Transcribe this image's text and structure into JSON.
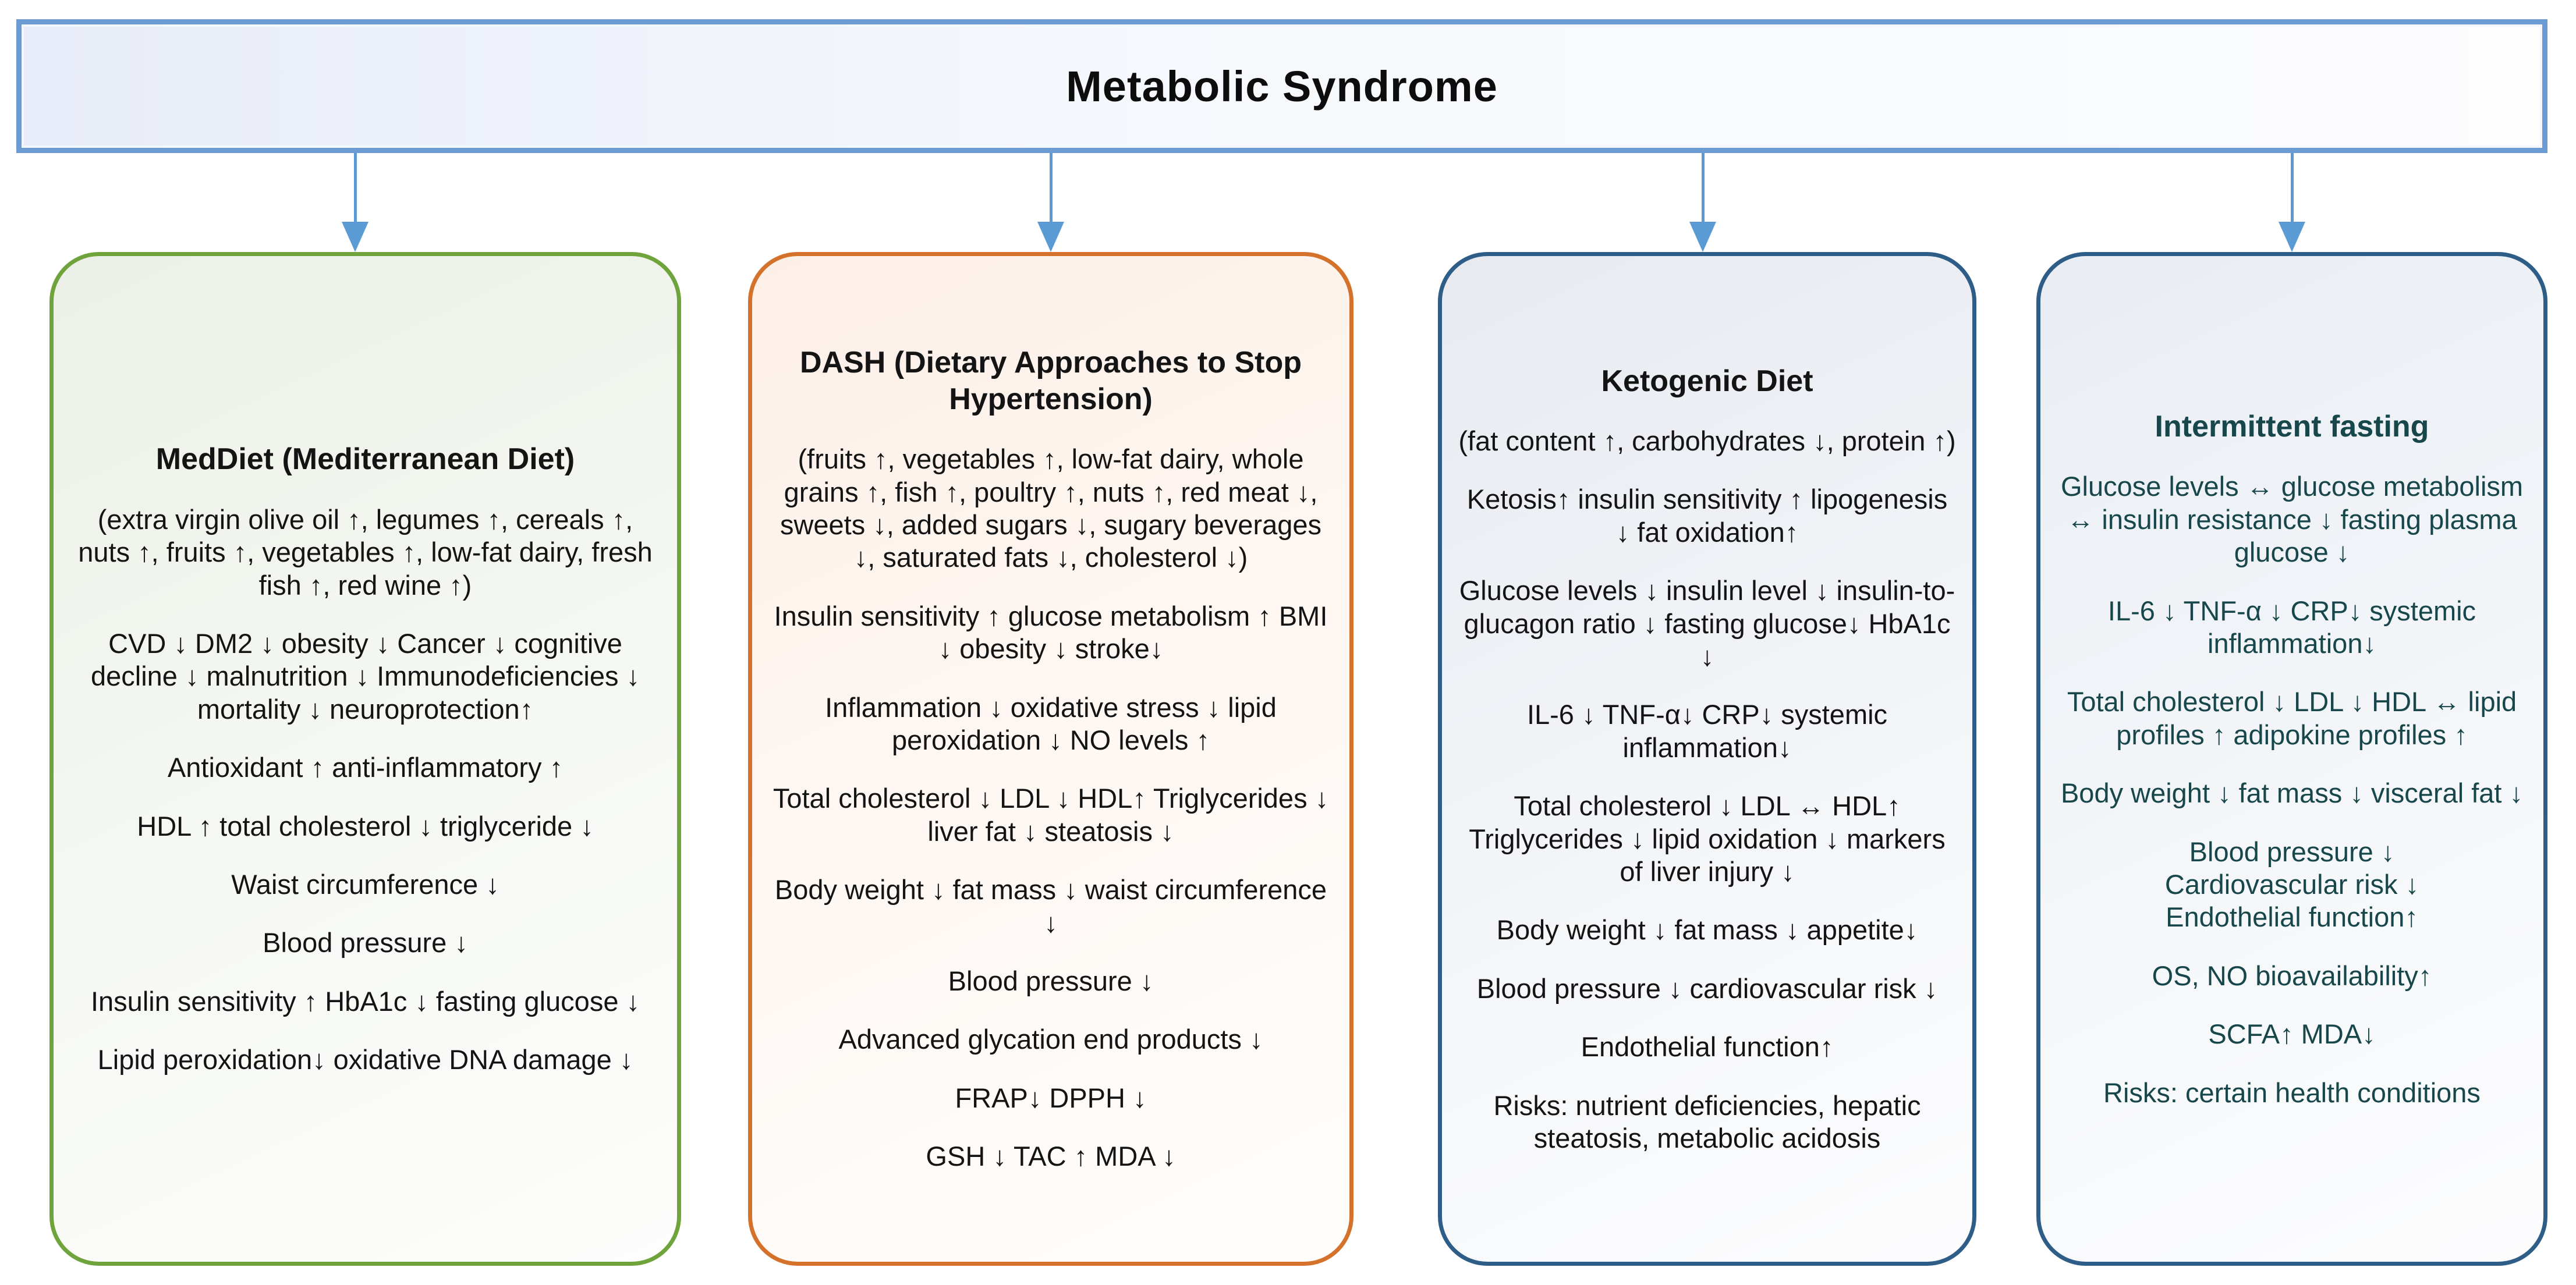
{
  "header": {
    "title": "Metabolic Syndrome"
  },
  "colors": {
    "header_border": "#6b9bd2",
    "header_background_left": "#e8ecf8",
    "arrow": "#5b9bd5",
    "meddiet_accent": "#6fa33c",
    "dash_accent": "#d4722c",
    "ketogenic_accent": "#2e5e87",
    "fasting_accent": "#2e5e87",
    "fasting_text": "#17474a",
    "body_text": "#141414"
  },
  "connectors": {
    "count": 4,
    "direction": "down"
  },
  "boxes": [
    {
      "id": "meddiet",
      "title": "MedDiet (Mediterranean Diet)",
      "paragraphs": [
        "(extra virgin olive oil ↑, legumes ↑, cereals ↑, nuts ↑, fruits ↑, vegetables ↑, low-fat dairy, fresh fish ↑, red wine ↑)",
        "CVD ↓ DM2 ↓ obesity ↓ Cancer ↓ cognitive decline ↓ malnutrition ↓ Immunodeficiencies ↓ mortality ↓ neuroprotection↑",
        "Antioxidant ↑ anti-inflammatory ↑",
        "HDL ↑ total cholesterol ↓ triglyceride ↓",
        "Waist circumference ↓",
        "Blood pressure ↓",
        "Insulin sensitivity ↑ HbA1c ↓ fasting glucose ↓",
        "Lipid peroxidation↓ oxidative DNA damage ↓"
      ]
    },
    {
      "id": "dash",
      "title": "DASH (Dietary Approaches to Stop Hypertension)",
      "paragraphs": [
        "(fruits ↑, vegetables ↑, low-fat dairy, whole grains ↑, fish ↑, poultry ↑, nuts ↑, red meat ↓, sweets ↓, added sugars ↓, sugary beverages ↓, saturated fats ↓, cholesterol ↓)",
        "Insulin sensitivity ↑ glucose metabolism ↑ BMI ↓ obesity ↓ stroke↓",
        "Inflammation ↓ oxidative stress ↓ lipid peroxidation ↓ NO levels ↑",
        "Total cholesterol ↓ LDL ↓ HDL↑ Triglycerides ↓ liver fat ↓ steatosis ↓",
        "Body weight ↓ fat mass ↓ waist circumference ↓",
        "Blood pressure ↓",
        "Advanced glycation end products ↓",
        "FRAP↓ DPPH ↓",
        "GSH ↓ TAC ↑ MDA ↓"
      ]
    },
    {
      "id": "ketogenic",
      "title": "Ketogenic Diet",
      "paragraphs": [
        "(fat content ↑, carbohydrates ↓, protein ↑)",
        "Ketosis↑ insulin sensitivity ↑ lipogenesis ↓ fat oxidation↑",
        "Glucose levels ↓ insulin level ↓ insulin-to-glucagon ratio ↓ fasting glucose↓ HbA1c ↓",
        "IL-6 ↓ TNF-α↓ CRP↓ systemic inflammation↓",
        "Total cholesterol ↓ LDL ↔ HDL↑ Triglycerides ↓ lipid oxidation ↓ markers of liver injury ↓",
        "Body weight ↓ fat mass ↓ appetite↓",
        "Blood pressure ↓ cardiovascular risk ↓",
        "Endothelial function↑",
        "Risks: nutrient deficiencies, hepatic steatosis, metabolic acidosis"
      ]
    },
    {
      "id": "intermittent-fasting",
      "title": "Intermittent fasting",
      "paragraphs": [
        "Glucose levels ↔ glucose metabolism ↔ insulin resistance ↓ fasting plasma glucose ↓",
        "IL-6 ↓ TNF-α ↓ CRP↓ systemic inflammation↓",
        "Total cholesterol ↓ LDL ↓ HDL ↔ lipid profiles ↑ adipokine profiles ↑",
        "Body weight ↓ fat mass ↓ visceral fat ↓",
        "Blood pressure ↓\nCardiovascular risk ↓\nEndothelial function↑",
        "OS, NO bioavailability↑",
        "SCFA↑ MDA↓",
        "Risks: certain health conditions"
      ]
    }
  ]
}
